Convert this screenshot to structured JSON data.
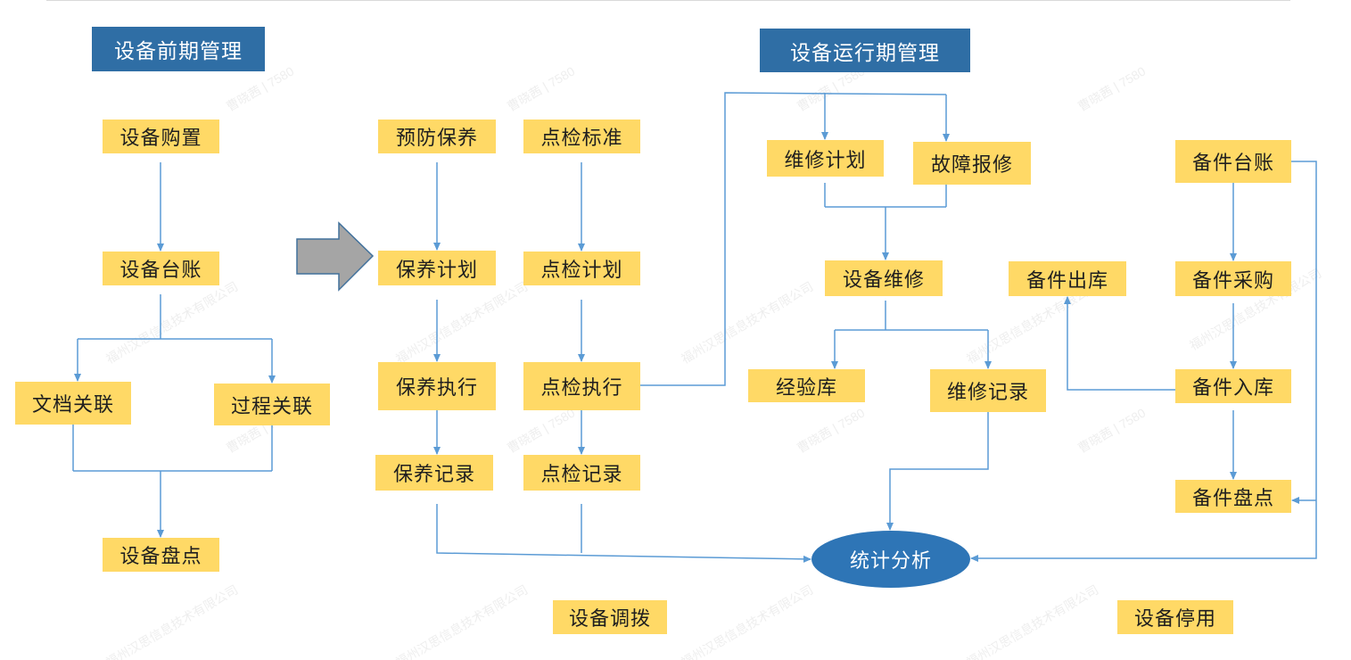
{
  "phases": {
    "early": "设备前期管理",
    "operation": "设备运行期管理"
  },
  "early": {
    "purchase": "设备购置",
    "ledger": "设备台账",
    "doc_link": "文档关联",
    "process_link": "过程关联",
    "inventory": "设备盘点"
  },
  "maintenance": {
    "prevent": "预防保养",
    "plan": "保养计划",
    "execute": "保养执行",
    "record": "保养记录"
  },
  "inspection": {
    "standard": "点检标准",
    "plan": "点检计划",
    "execute": "点检执行",
    "record": "点检记录"
  },
  "repair": {
    "plan": "维修计划",
    "report": "故障报修",
    "repair": "设备维修",
    "knowledge": "经验库",
    "record": "维修记录"
  },
  "spare_parts": {
    "ledger": "备件台账",
    "purchase": "备件采购",
    "inbound": "备件入库",
    "outbound": "备件出库",
    "inventory": "备件盘点"
  },
  "analysis": "统计分析",
  "transfer": "设备调拨",
  "deactivate": "设备停用",
  "watermarks": {
    "company": "福州汉思信息技术有限公司",
    "user": "曹晓茜 | 7580"
  },
  "colors": {
    "header_bg": "#2f6ea5",
    "box_bg": "#ffd966",
    "connector": "#5b9bd5",
    "ellipse_bg": "#2e75b6",
    "arrow_fill": "#a5a5a5"
  }
}
